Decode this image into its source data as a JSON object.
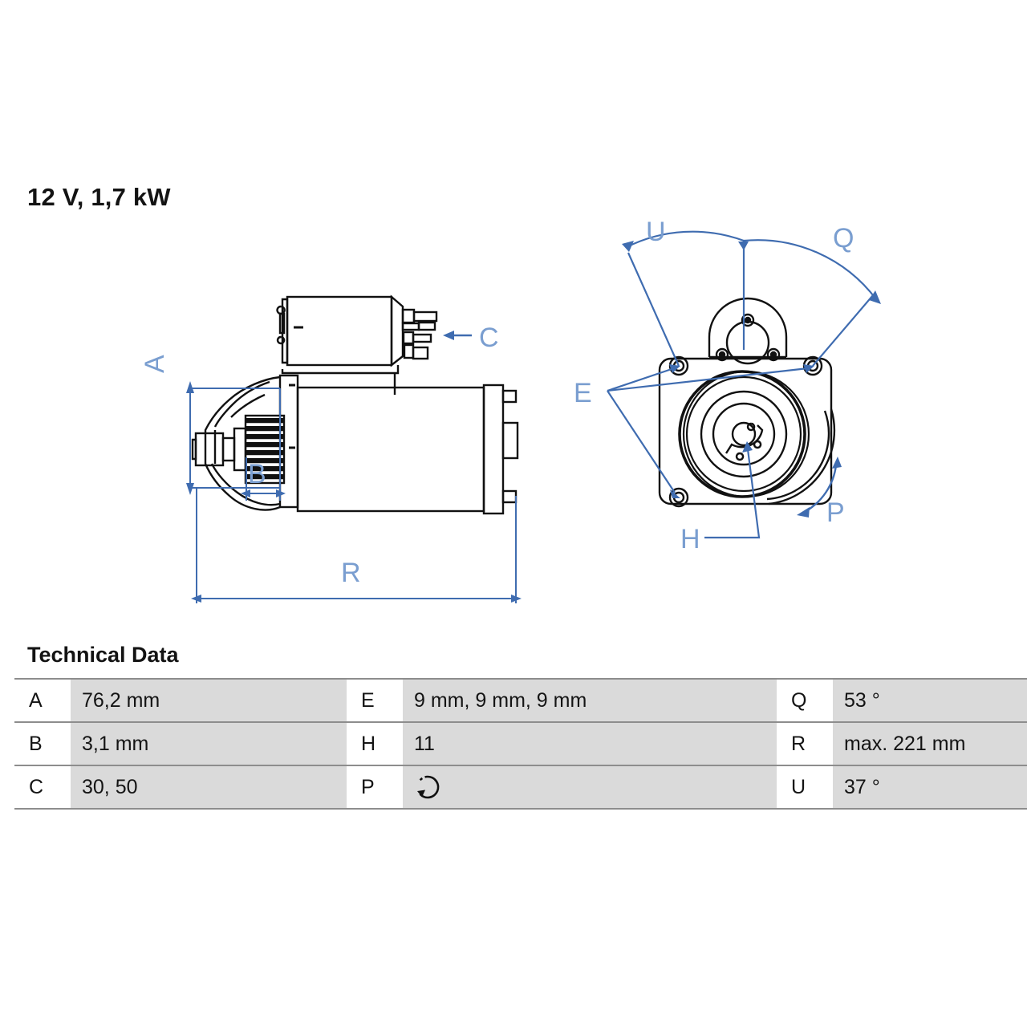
{
  "document": {
    "title": "12 V, 1,7 kW",
    "section_heading": "Technical Data"
  },
  "drawing": {
    "side_view": {
      "name": "starter-motor-side-view",
      "dimension_labels": [
        "A",
        "B",
        "R",
        "C"
      ],
      "label_A": "A",
      "label_B": "B",
      "label_R": "R",
      "label_C": "C"
    },
    "front_view": {
      "name": "starter-motor-front-view",
      "dimension_labels": [
        "U",
        "Q",
        "E",
        "H",
        "P"
      ],
      "label_U": "U",
      "label_Q": "Q",
      "label_E": "E",
      "label_H": "H",
      "label_P": "P"
    }
  },
  "colors": {
    "dimension_blue": "#3f6cb0",
    "dimension_blue_light": "#7a9ed0",
    "outline_black": "#111111",
    "table_value_bg": "#dadada",
    "table_rule": "#8d8d8d",
    "text": "#141414",
    "page_bg": "#ffffff"
  },
  "table": {
    "columns": 3,
    "rows": [
      {
        "c1_key": "A",
        "c1_val": "76,2 mm",
        "c2_key": "E",
        "c2_val": "9 mm, 9 mm, 9 mm",
        "c3_key": "Q",
        "c3_val": "53 °"
      },
      {
        "c1_key": "B",
        "c1_val": "3,1 mm",
        "c2_key": "H",
        "c2_val": "11",
        "c3_key": "R",
        "c3_val": "max. 221 mm"
      },
      {
        "c1_key": "C",
        "c1_val": "30, 50",
        "c2_key": "P",
        "c2_val": "",
        "c2_icon": "rotation-arrow-icon",
        "c3_key": "U",
        "c3_val": "37 °"
      }
    ]
  }
}
